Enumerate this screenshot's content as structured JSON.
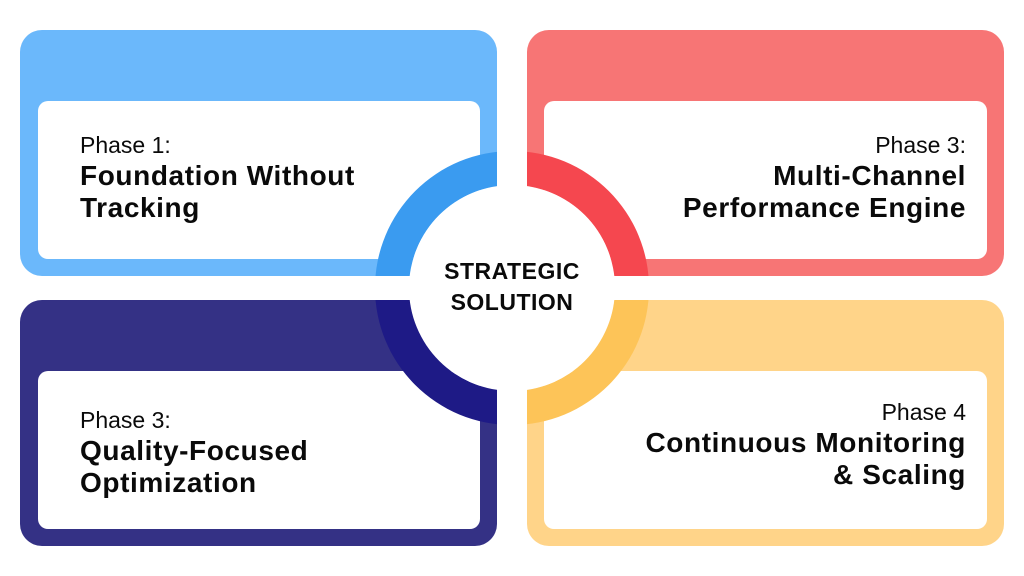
{
  "center": {
    "line1": "STRATEGIC",
    "line2": "SOLUTION"
  },
  "cards": [
    {
      "phase": "Phase 1:",
      "title1": "Foundation Without",
      "title2": "Tracking",
      "color": "#6BB8FB",
      "ring": "#3A9BF0"
    },
    {
      "phase": "Phase 3:",
      "title1": "Multi-Channel",
      "title2": "Performance Engine",
      "color": "#F77575",
      "ring": "#F5474F"
    },
    {
      "phase": "Phase 3:",
      "title1": "Quality-Focused",
      "title2": "Optimization",
      "color": "#343185",
      "ring": "#1E1A86"
    },
    {
      "phase": "Phase 4",
      "title1": "Continuous Monitoring",
      "title2": "& Scaling",
      "color": "#FFD489",
      "ring": "#FDC458"
    }
  ]
}
